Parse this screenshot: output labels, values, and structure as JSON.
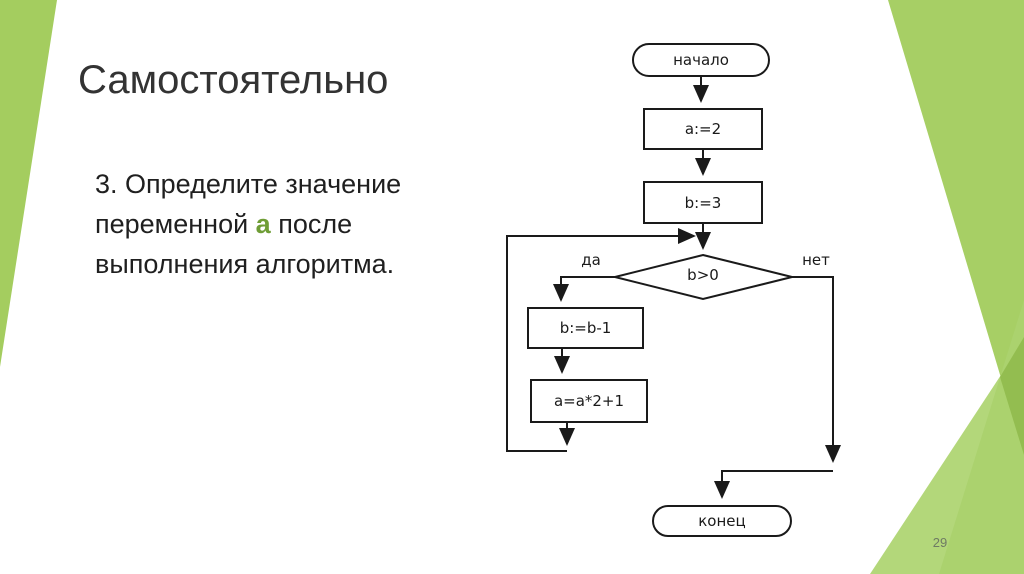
{
  "slide": {
    "title": "Самостоятельно",
    "page_number": "29",
    "task": {
      "line1": "3. Определите значение",
      "line2_pre": "переменной ",
      "line2_var": "a",
      "line2_post": " после",
      "line3": "выполнения алгоритма."
    },
    "colors": {
      "accent_green": "#a4cd5f",
      "variable_green": "#6f9d36",
      "title_gray": "#333333",
      "body_text": "#1f1f1f",
      "flowchart_line": "#1a1a1a"
    }
  },
  "flowchart": {
    "start_label": "начало",
    "assign_a_label": "a:=2",
    "assign_b_label": "b:=3",
    "condition_label": "b>0",
    "yes_label": "да",
    "no_label": "нет",
    "decrement_label": "b:=b-1",
    "update_a_label": "a=a*2+1",
    "end_label": "конец"
  }
}
